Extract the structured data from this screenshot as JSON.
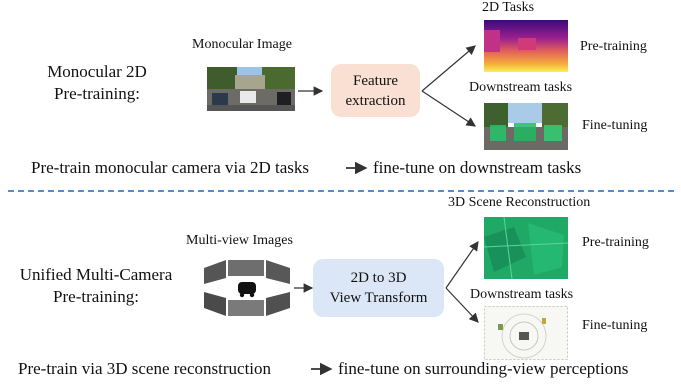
{
  "top": {
    "side_label_line1": "Monocular 2D",
    "side_label_line2": "Pre-training:",
    "input_label": "Monocular Image",
    "process_line1": "Feature",
    "process_line2": "extraction",
    "out1_title": "2D Tasks",
    "out1_stage": "Pre-training",
    "out2_title": "Downstream tasks",
    "out2_stage": "Fine-tuning",
    "caption_left": "Pre-train monocular camera via 2D tasks",
    "caption_right": "fine-tune on downstream tasks"
  },
  "bottom": {
    "side_label_line1": "Unified Multi-Camera",
    "side_label_line2": "Pre-training:",
    "input_label": "Multi-view Images",
    "process_line1": "2D to 3D",
    "process_line2": "View Transform",
    "out1_title": "3D Scene Reconstruction",
    "out1_stage": "Pre-training",
    "out2_title": "Downstream tasks",
    "out2_stage": "Fine-tuning",
    "caption_left": "Pre-train via 3D scene reconstruction",
    "caption_right": "fine-tune on surrounding-view perceptions"
  },
  "colors": {
    "feature_box": "#f9e0d2",
    "view_box": "#dbe7f6",
    "divider": "#4f8fd0"
  }
}
